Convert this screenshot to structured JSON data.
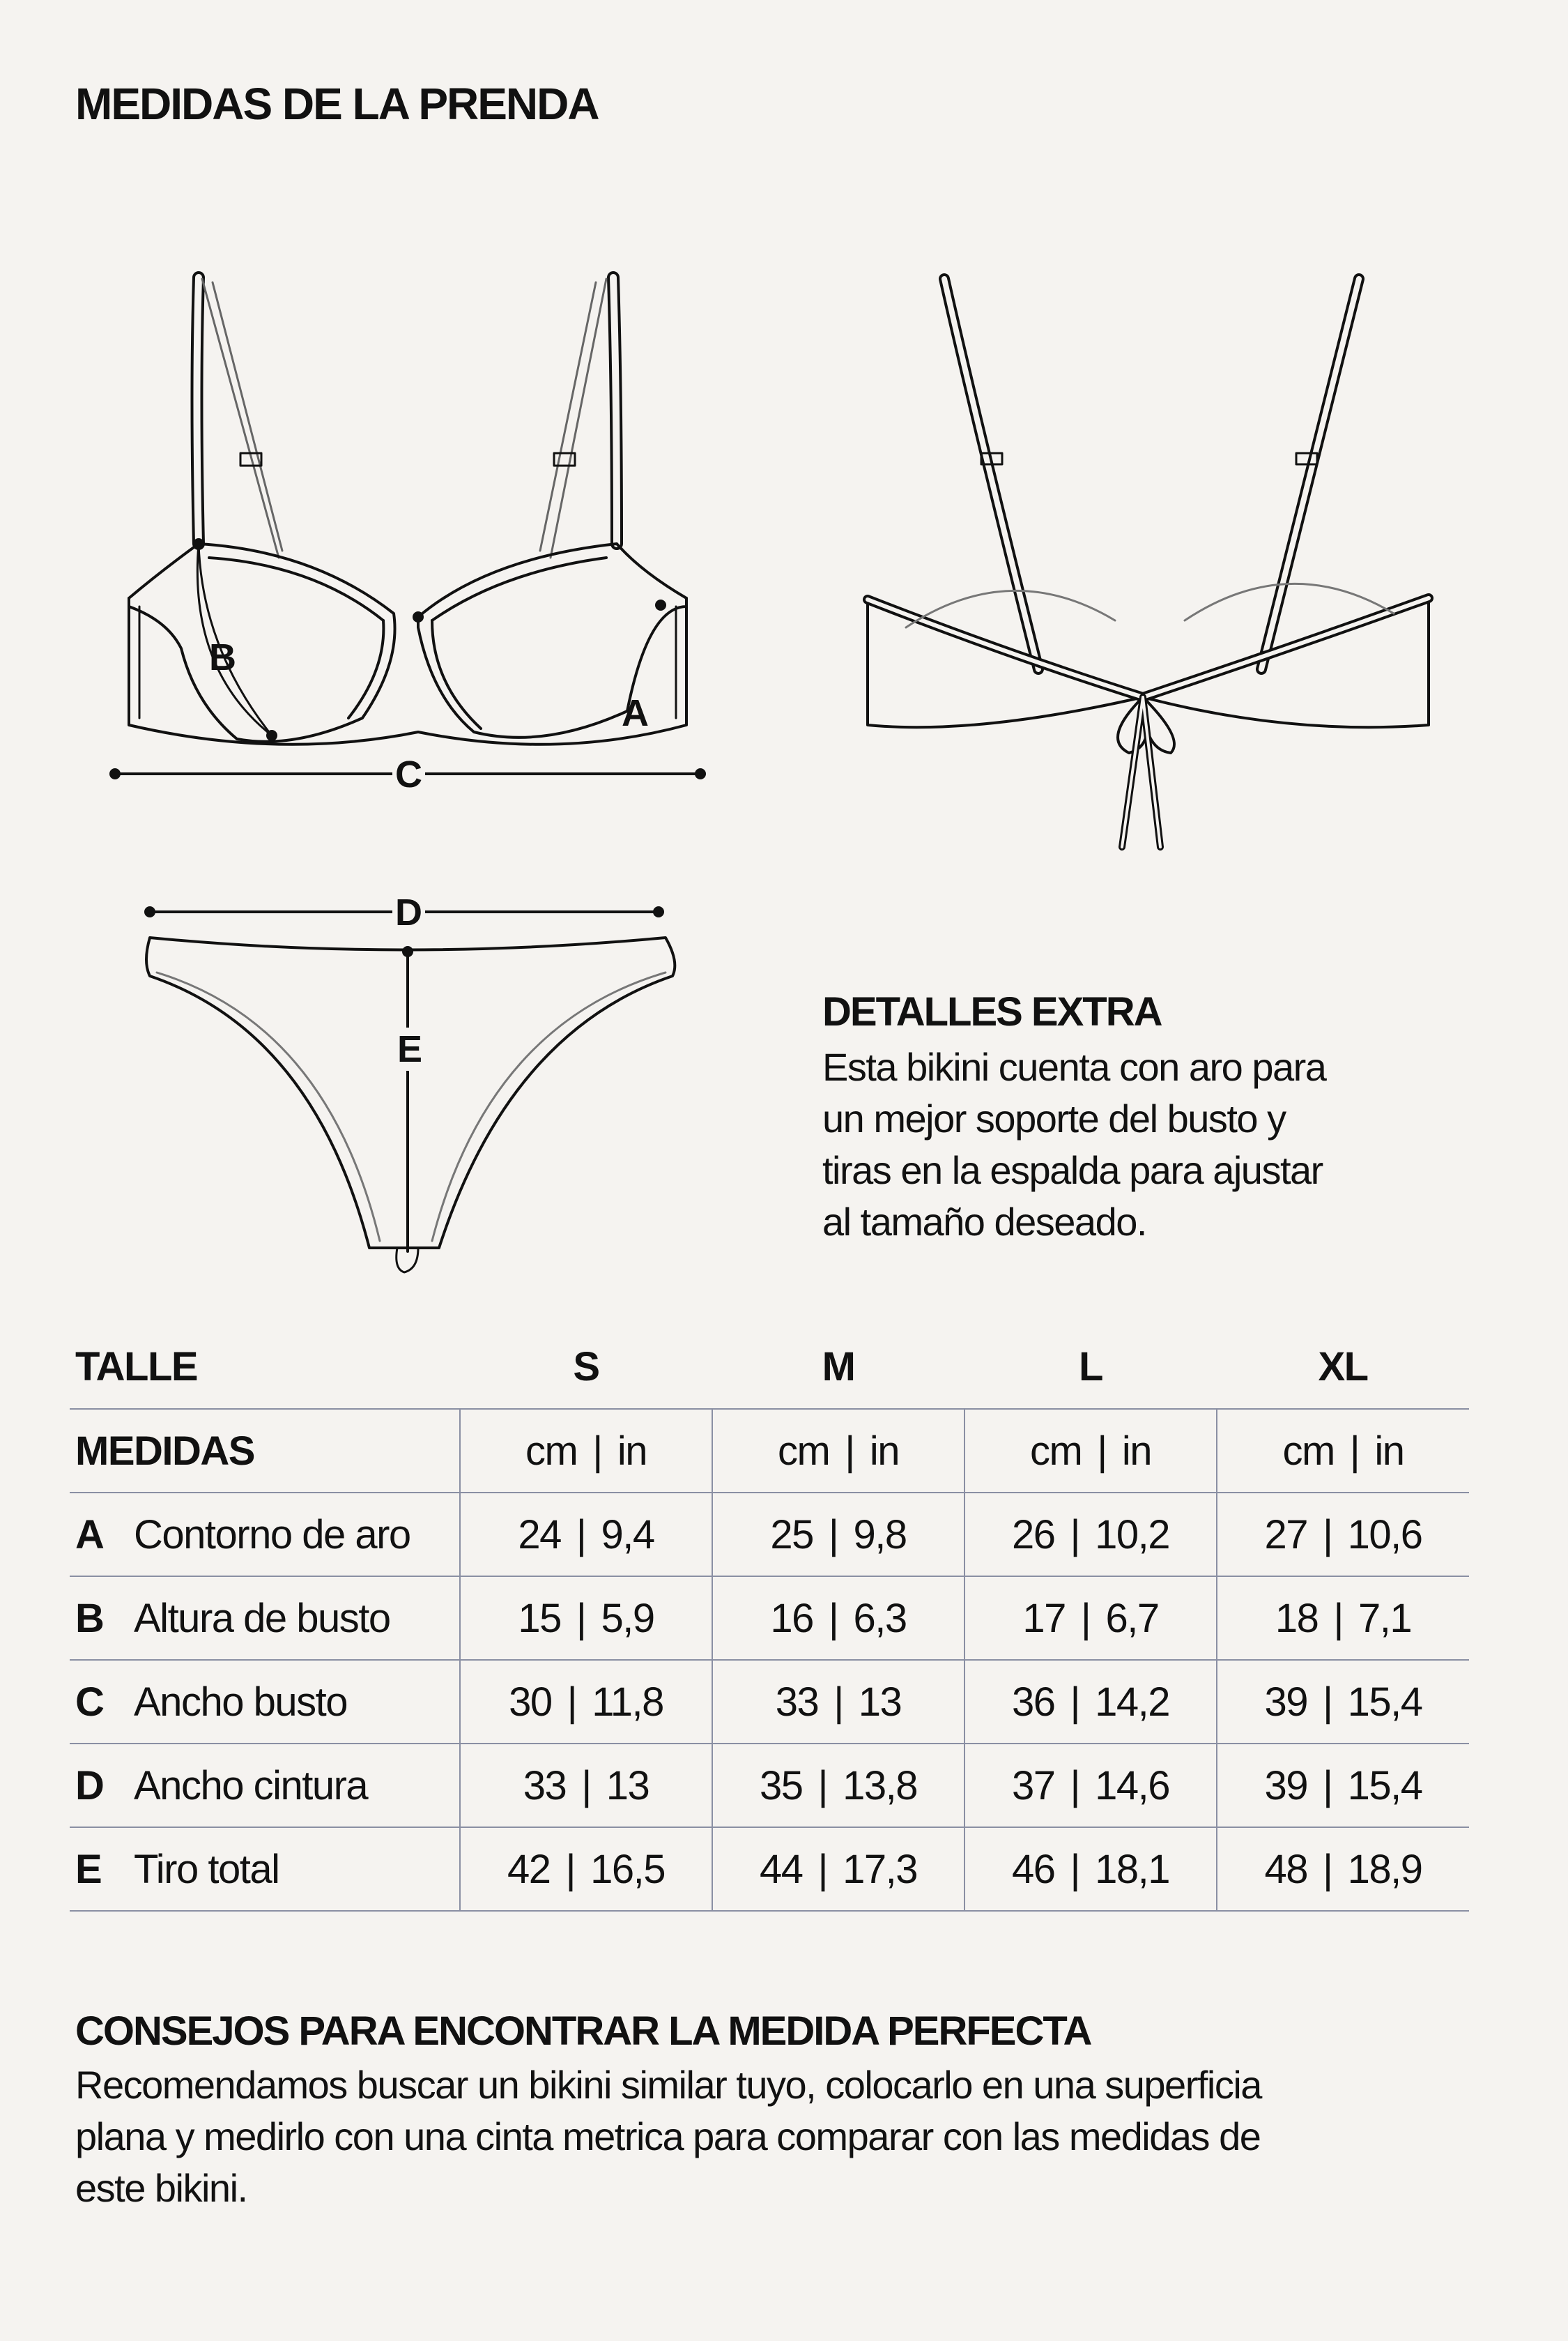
{
  "title": "MEDIDAS DE LA PRENDA",
  "diagram_labels": {
    "A": "A",
    "B": "B",
    "C": "C",
    "D": "D",
    "E": "E"
  },
  "extra": {
    "title": "DETALLES EXTRA",
    "lines": [
      "Esta bikini cuenta con aro para",
      "un mejor soporte del busto y",
      "tiras en la espalda para ajustar",
      "al tamaño deseado."
    ]
  },
  "table": {
    "talle_label": "TALLE",
    "medidas_label": "MEDIDAS",
    "sizes": [
      "S",
      "M",
      "L",
      "XL"
    ],
    "unit_cm": "cm",
    "unit_in": "in",
    "separator": "|",
    "rows": [
      {
        "letter": "A",
        "name": "Contorno de aro",
        "values": [
          [
            "24",
            "9,4"
          ],
          [
            "25",
            "9,8"
          ],
          [
            "26",
            "10,2"
          ],
          [
            "27",
            "10,6"
          ]
        ]
      },
      {
        "letter": "B",
        "name": "Altura de busto",
        "values": [
          [
            "15",
            "5,9"
          ],
          [
            "16",
            "6,3"
          ],
          [
            "17",
            "6,7"
          ],
          [
            "18",
            "7,1"
          ]
        ]
      },
      {
        "letter": "C",
        "name": "Ancho busto",
        "values": [
          [
            "30",
            "11,8"
          ],
          [
            "33",
            "13"
          ],
          [
            "36",
            "14,2"
          ],
          [
            "39",
            "15,4"
          ]
        ]
      },
      {
        "letter": "D",
        "name": "Ancho cintura",
        "values": [
          [
            "33",
            "13"
          ],
          [
            "35",
            "13,8"
          ],
          [
            "37",
            "14,6"
          ],
          [
            "39",
            "15,4"
          ]
        ]
      },
      {
        "letter": "E",
        "name": "Tiro total",
        "values": [
          [
            "42",
            "16,5"
          ],
          [
            "44",
            "17,3"
          ],
          [
            "46",
            "18,1"
          ],
          [
            "48",
            "18,9"
          ]
        ]
      }
    ]
  },
  "tips": {
    "title": "CONSEJOS PARA ENCONTRAR LA MEDIDA PERFECTA",
    "lines": [
      "Recomendamos buscar un bikini similar tuyo, colocarlo en una superficia",
      "plana y medirlo con una cinta metrica para comparar  con las medidas de",
      "este bikini."
    ]
  }
}
